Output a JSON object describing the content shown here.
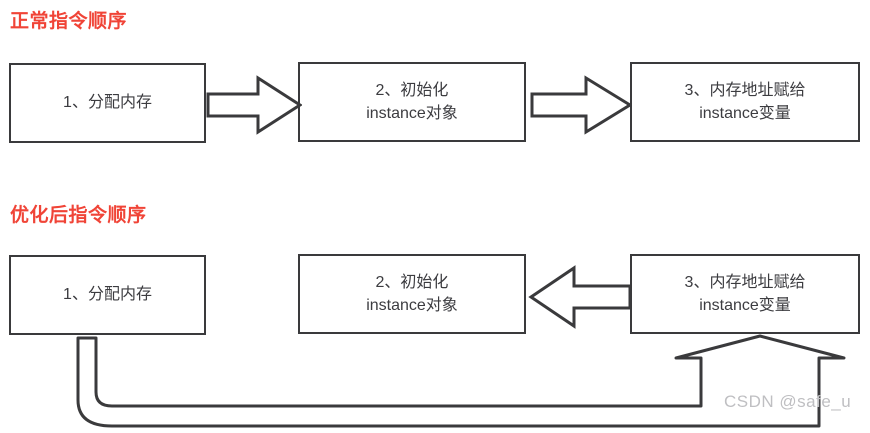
{
  "figure": {
    "watermark": "CSDN @safe_u",
    "accent_color": "#f04437",
    "stroke_color": "#3a3a3c",
    "text_color": "#3c3c40",
    "background": "#ffffff"
  },
  "sections": [
    {
      "id": "normal",
      "title": "正常指令顺序",
      "steps": [
        {
          "line1": "1、分配内存",
          "line2": ""
        },
        {
          "line1": "2、初始化",
          "line2": "instance对象"
        },
        {
          "line1": "3、内存地址赋给",
          "line2": "instance变量"
        }
      ],
      "connectors": [
        {
          "name": "arrow-step1-to-step2",
          "direction": "right",
          "style": "hollow-block-arrow"
        },
        {
          "name": "arrow-step2-to-step3",
          "direction": "right",
          "style": "hollow-block-arrow"
        }
      ]
    },
    {
      "id": "reordered",
      "title": "优化后指令顺序",
      "steps": [
        {
          "line1": "1、分配内存",
          "line2": ""
        },
        {
          "line1": "2、初始化",
          "line2": "instance对象"
        },
        {
          "line1": "3、内存地址赋给",
          "line2": "instance变量"
        }
      ],
      "connectors": [
        {
          "name": "arrow-step3-to-step2",
          "direction": "left",
          "style": "hollow-block-arrow"
        },
        {
          "name": "loop-step1-to-step3",
          "direction": "up",
          "style": "hollow-rounded-loop-arrow"
        }
      ]
    }
  ]
}
